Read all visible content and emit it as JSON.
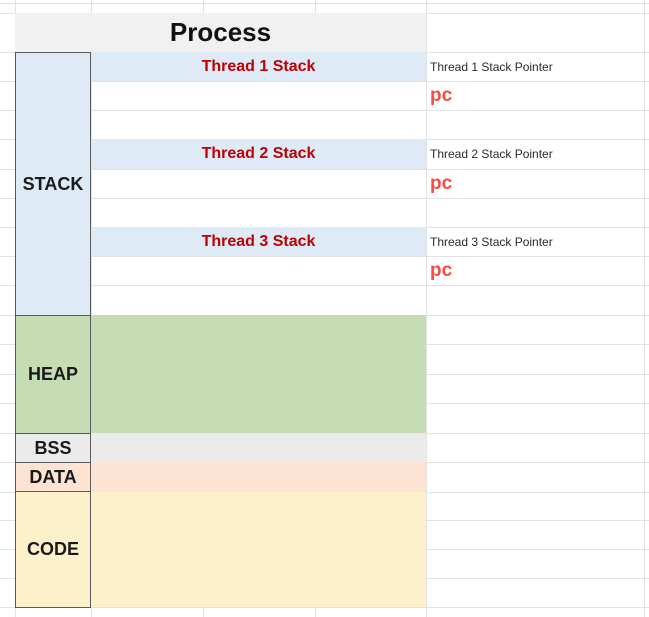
{
  "header": {
    "title": "Process"
  },
  "sections": [
    {
      "label": "STACK",
      "fill": "#DEEBF7"
    },
    {
      "label": "HEAP",
      "fill": "#C6DCB4"
    },
    {
      "label": "BSS",
      "fill": "#EBEBEB"
    },
    {
      "label": "DATA",
      "fill": "#FCE3D4"
    },
    {
      "label": "CODE",
      "fill": "#FDF1CB"
    }
  ],
  "threads": [
    {
      "stack_label": "Thread 1 Stack",
      "pointer_label": "Thread 1 Stack Pointer",
      "pc": "pc"
    },
    {
      "stack_label": "Thread 2 Stack",
      "pointer_label": "Thread 2 Stack Pointer",
      "pc": "pc"
    },
    {
      "stack_label": "Thread 3 Stack",
      "pointer_label": "Thread 3 Stack Pointer",
      "pc": "pc"
    }
  ],
  "colors": {
    "banner_fill": "#F1F1F1",
    "thread_label_red": "#C00000",
    "pc_red": "#F94B41",
    "box_border": "#595959",
    "grid_line": "#E2E2E2"
  }
}
